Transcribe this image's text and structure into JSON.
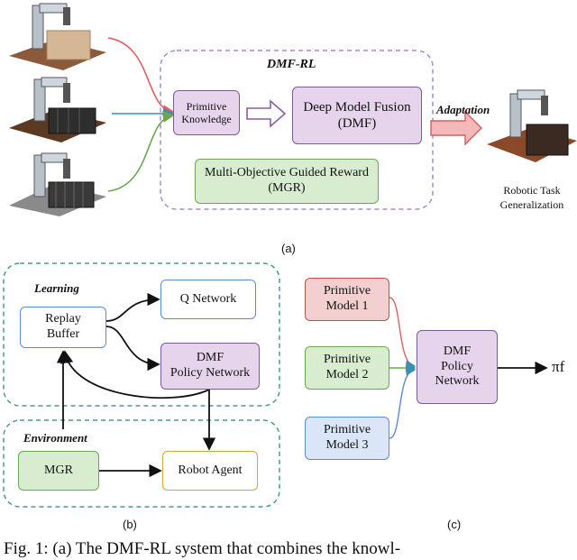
{
  "panel_a": {
    "group_title": "DMF-RL",
    "primitive_knowledge": "Primitive\nKnowledge",
    "dmf": "Deep Model Fusion\n(DMF)",
    "mgr": "Multi-Objective Guided Reward\n(MGR)",
    "adaptation": "Adaptation",
    "robotic_task": "Robotic Task\nGeneralization",
    "caption": "(a)"
  },
  "panel_b": {
    "learning_title": "Learning",
    "environment_title": "Environment",
    "replay_buffer": "Replay\nBuffer",
    "q_network": "Q Network",
    "dmf_policy": "DMF\nPolicy Network",
    "mgr": "MGR",
    "robot_agent": "Robot Agent",
    "caption": "(b)"
  },
  "panel_c": {
    "model1": "Primitive\nModel 1",
    "model2": "Primitive\nModel 2",
    "model3": "Primitive\nModel 3",
    "dmf_policy": "DMF\nPolicy\nNetwork",
    "output": "πf",
    "caption": "(c)"
  },
  "figure_caption": "Fig. 1: (a) The DMF-RL system that combines the knowl-",
  "colors": {
    "purple_fill": "#e6d3ec",
    "purple_stroke": "#7d5a92",
    "green_fill": "#d8ecd0",
    "green_stroke": "#6aa84f",
    "red_fill": "#f3cfcf",
    "red_stroke": "#c0504d",
    "blue_fill": "#dae6f7",
    "blue_stroke": "#5b8bd0",
    "teal_dash": "#4a9a8a",
    "orange_stroke": "#d6a43a",
    "lavender_dash": "#a68bc8"
  }
}
